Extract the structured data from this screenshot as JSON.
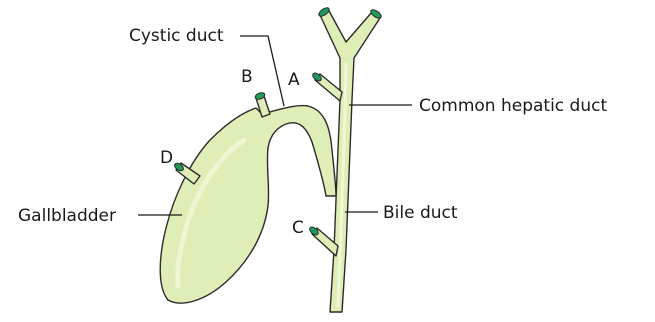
{
  "labels": {
    "cystic_duct": "Cystic duct",
    "common_hepatic_duct": "Common hepatic duct",
    "bile_duct": "Bile duct",
    "gallbladder": "Gallbladder"
  },
  "markers": {
    "a": "A",
    "b": "B",
    "c": "C",
    "d": "D"
  },
  "colors": {
    "duct_fill": "#dfeeb6",
    "duct_highlight": "#f4fae0",
    "duct_outline": "#2b2b2b",
    "cut_end": "#1f9a5a",
    "text": "#1a1a1a"
  }
}
